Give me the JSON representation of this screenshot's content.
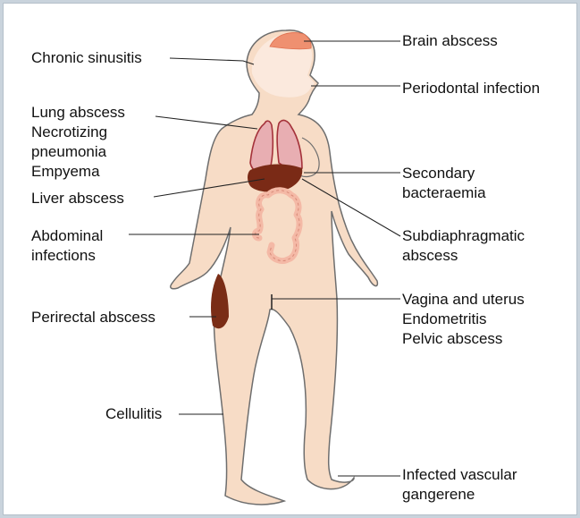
{
  "colors": {
    "skin": "#f7dcc6",
    "skin_outline": "#6e6e6e",
    "lung": "#e8aeb2",
    "lung_outline": "#a4323a",
    "liver": "#7a2a16",
    "intestine": "#f4b9a6",
    "brain": "#ef9070",
    "perirectal": "#7a2d16",
    "leader_line": "#222222"
  },
  "labels": {
    "chronic_sinusitis": "Chronic sinusitis",
    "brain_abscess": "Brain abscess",
    "periodontal_infection": "Periodontal infection",
    "lung_group": [
      "Lung abscess",
      "Necrotizing",
      "pneumonia",
      "Empyema"
    ],
    "liver_abscess": "Liver abscess",
    "secondary_bacteraemia": [
      "Secondary",
      "bacteraemia"
    ],
    "abdominal_infections": [
      "Abdominal",
      "infections"
    ],
    "subdiaphragmatic_abscess": [
      "Subdiaphragmatic",
      "abscess"
    ],
    "perirectal_abscess": "Perirectal abscess",
    "pelvic_group": [
      "Vagina and uterus",
      "Endometritis",
      "Pelvic abscess"
    ],
    "cellulitis": "Cellulitis",
    "vascular_gangrene": [
      "Infected vascular",
      "gangerene"
    ]
  }
}
